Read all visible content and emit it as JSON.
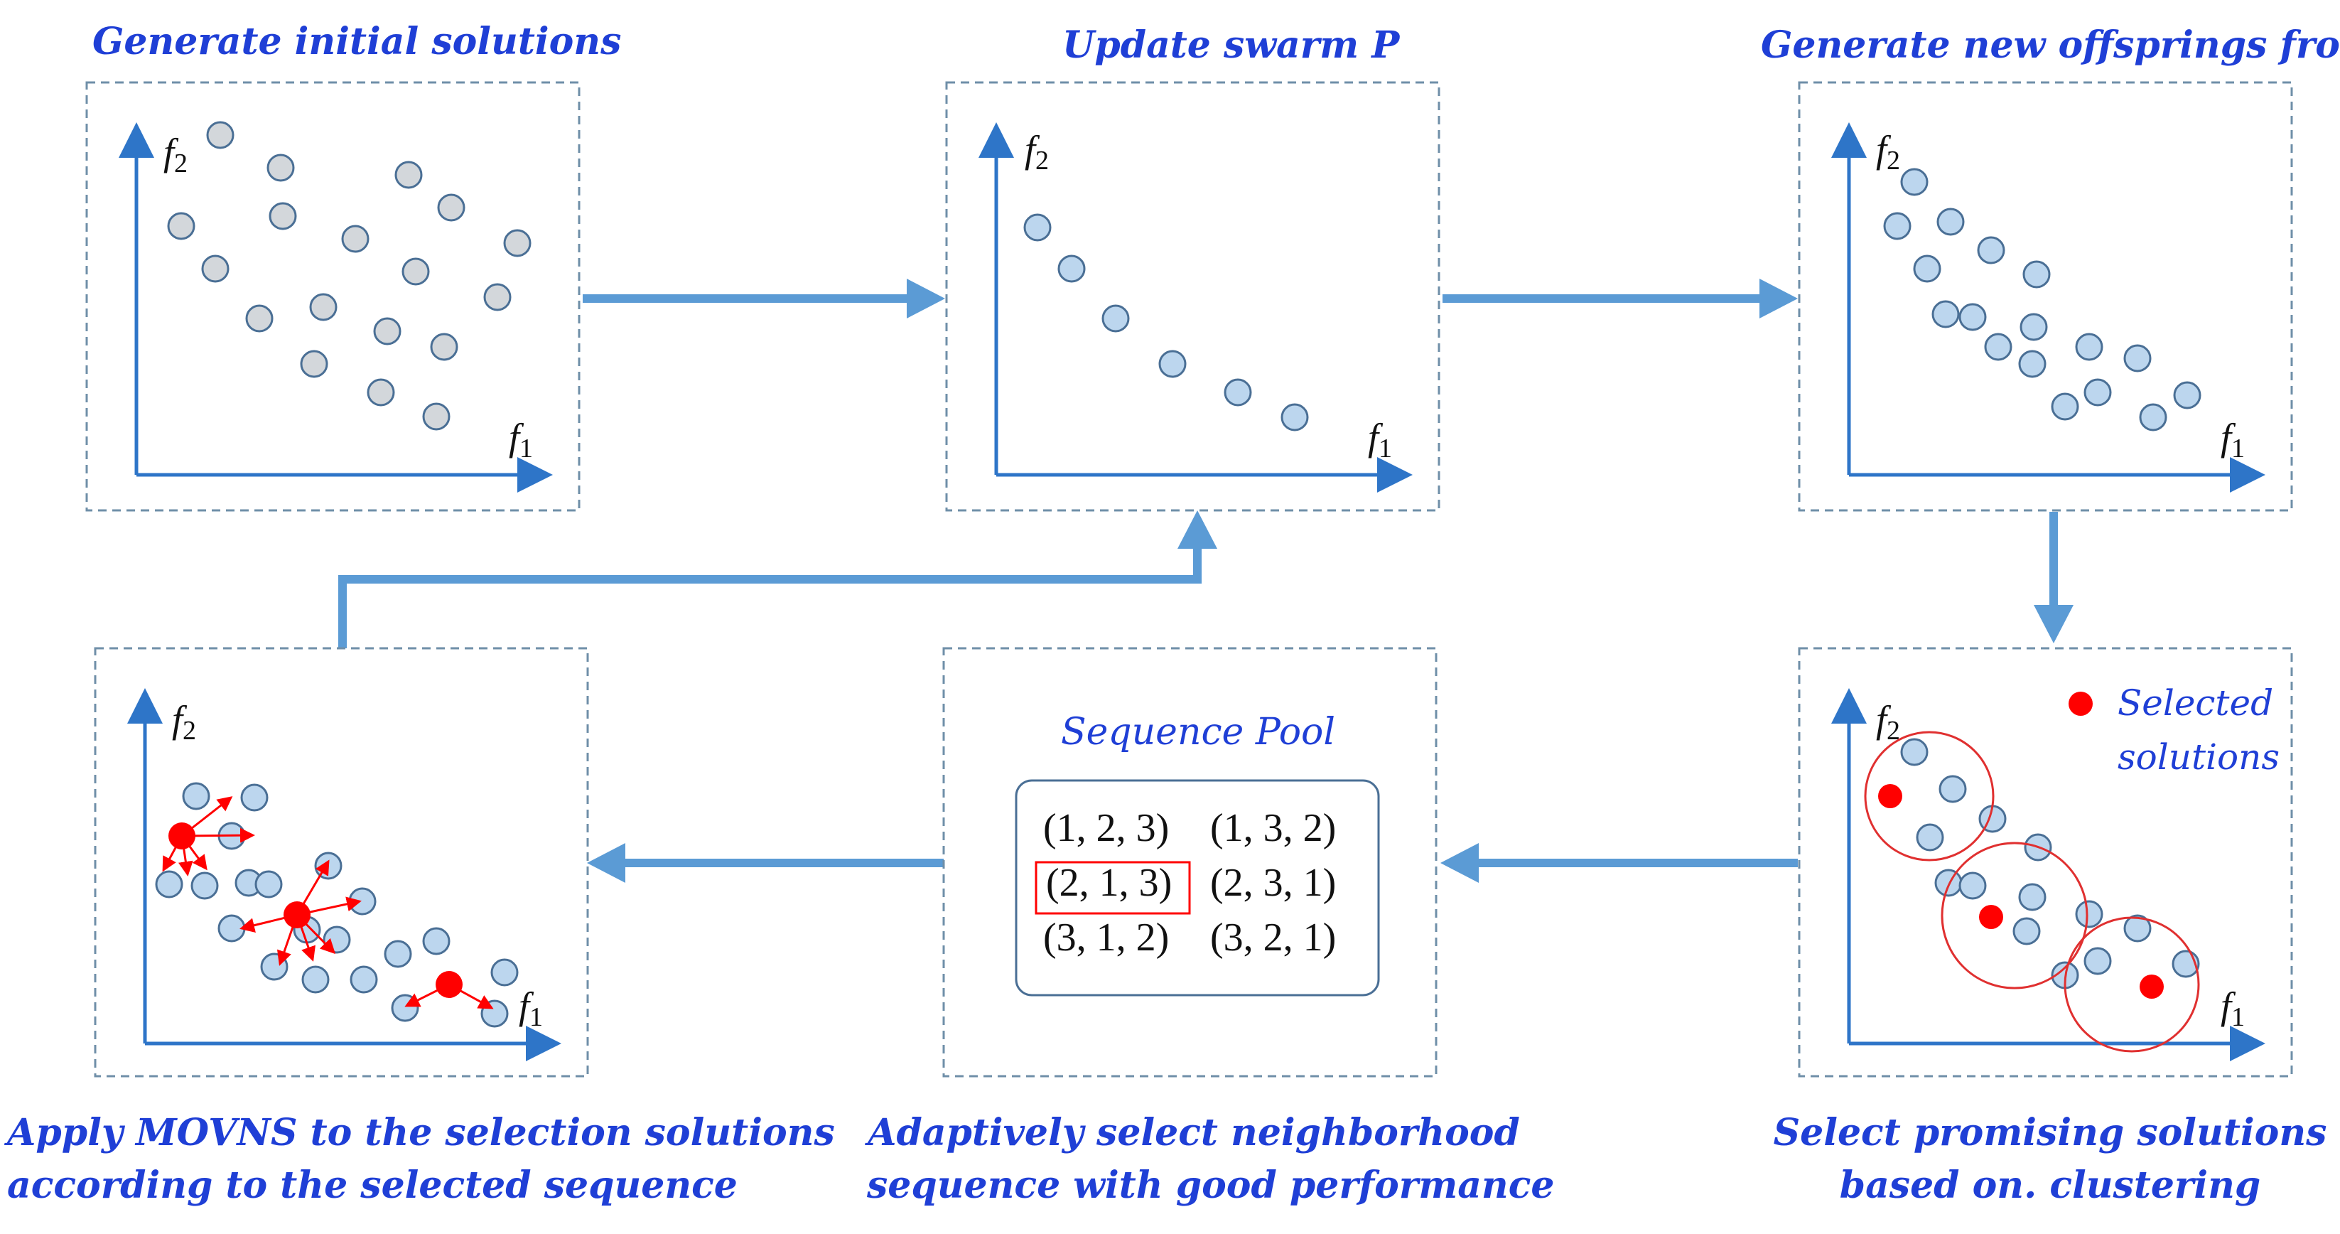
{
  "captions": {
    "generate_initial": "Generate initial solutions",
    "update_swarm": "Update swarm P",
    "generate_offspring": "Generate new offsprings from P",
    "select_promising_line1": "Select promising solutions",
    "select_promising_line2": "based on. clustering",
    "adaptive_select_line1": "Adaptively select neighborhood",
    "adaptive_select_line2": "sequence with good performance",
    "apply_movns_line1": "Apply MOVNS to the selection solutions",
    "apply_movns_line2": "according to the selected sequence"
  },
  "axes": {
    "x_main": "f",
    "x_sub": "1",
    "y_main": "f",
    "y_sub": "2"
  },
  "sequence_pool": {
    "title": "Sequence Pool",
    "sequences": [
      "(1, 2, 3)",
      "(1, 3, 2)",
      "(2, 1, 3)",
      "(2, 3, 1)",
      "(3, 1, 2)",
      "(3, 2, 1)"
    ],
    "highlighted": "(2, 1, 3)"
  },
  "legend": {
    "line1": "Selected",
    "line2": "solutions"
  },
  "colors": {
    "caption": "#1f3fd6",
    "flow_arrow": "#5b9bd5",
    "axis": "#2e75c8",
    "dashed_border": "#6f8fa8",
    "gray_point_fill": "#d3d7db",
    "blue_point_fill": "#bcd6ee",
    "point_stroke": "#4a6f95",
    "selected_red": "#ff0000",
    "cluster_circle": "#e03030"
  }
}
